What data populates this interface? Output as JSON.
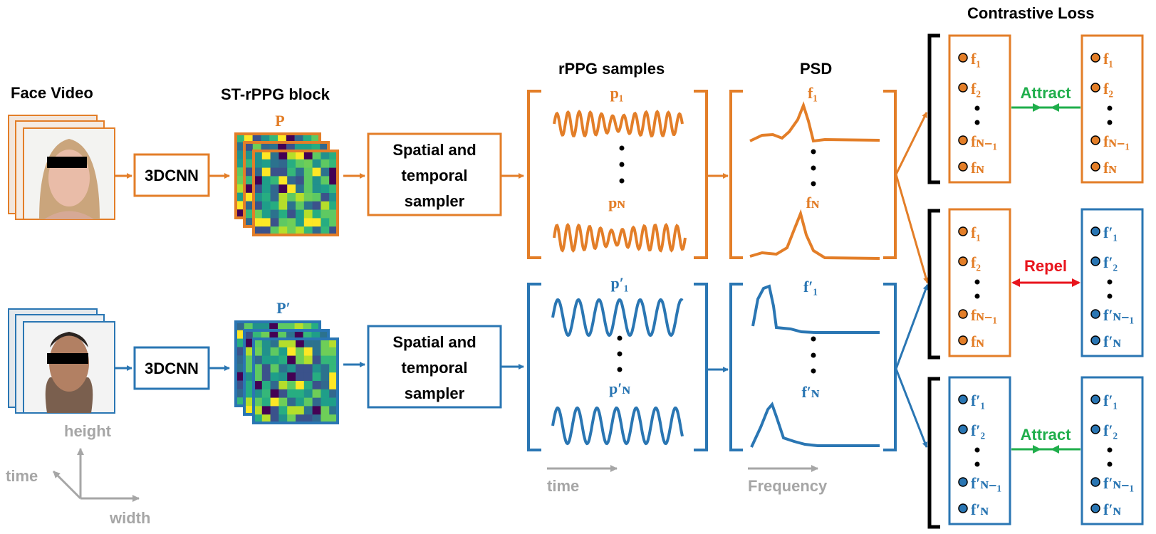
{
  "colors": {
    "orange": "#E37E28",
    "blue": "#2A76B3",
    "green": "#1FAE4B",
    "red": "#E8141C",
    "gray": "#A6A6A6",
    "black": "#000000"
  },
  "labels": {
    "face_video": "Face Video",
    "st_block": "ST-rPPG block",
    "rppg_samples": "rPPG samples",
    "psd": "PSD",
    "contrastive_loss": "Contrastive Loss",
    "cnn": "3DCNN",
    "sampler": [
      "Spatial and",
      "temporal",
      "sampler"
    ],
    "P": "P",
    "P_prime": "P′",
    "attract": "Attract",
    "repel": "Repel",
    "time": "time",
    "frequency": "Frequency",
    "axis_height": "height",
    "axis_time": "time",
    "axis_width": "width"
  },
  "math": {
    "p1": "p₁",
    "pN": "pɴ",
    "p1_prime": "p′₁",
    "pN_prime": "p′ɴ",
    "f1": "f₁",
    "fN": "fɴ",
    "f1_prime": "f′₁",
    "fN_prime": "f′ɴ"
  },
  "feature_lists": {
    "orange": [
      "f₁",
      "f₂",
      "fɴ₋₁",
      "fɴ"
    ],
    "blue": [
      "f′₁",
      "f′₂",
      "f′ɴ₋₁",
      "f′ɴ"
    ]
  },
  "image_icons": [
    "face-video-female-icon",
    "face-video-male-icon",
    "heatmap-grid-icon"
  ]
}
